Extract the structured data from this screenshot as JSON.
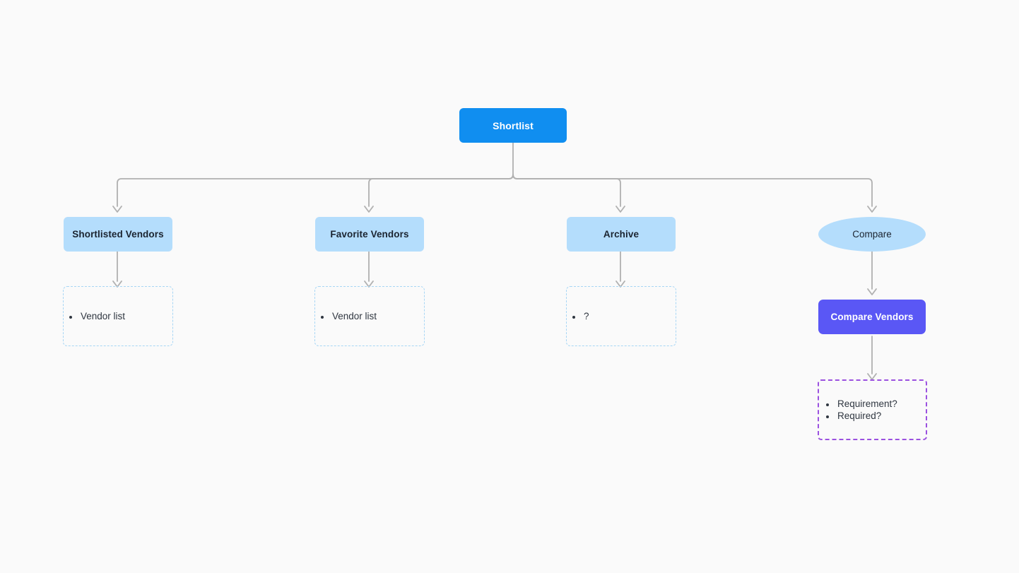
{
  "diagram": {
    "background_color": "#fafafa",
    "edge_color": "#b0b0b0",
    "root": {
      "label": "Shortlist",
      "color": "#108ef0"
    },
    "branches": [
      {
        "label": "Shortlisted Vendors",
        "shape": "rectangle",
        "color": "#b4ddfc",
        "note": {
          "border_color": "#a7d6f5",
          "items": [
            "Vendor list"
          ]
        }
      },
      {
        "label": "Favorite Vendors",
        "shape": "rectangle",
        "color": "#b4ddfc",
        "note": {
          "border_color": "#a7d6f5",
          "items": [
            "Vendor list"
          ]
        }
      },
      {
        "label": "Archive",
        "shape": "rectangle",
        "color": "#b4ddfc",
        "note": {
          "border_color": "#a7d6f5",
          "items": [
            "?"
          ]
        }
      },
      {
        "label": "Compare",
        "shape": "ellipse",
        "color": "#b4ddfc",
        "action": {
          "label": "Compare Vendors",
          "color": "#5a57f5"
        },
        "note": {
          "border_color": "#9b51e0",
          "items": [
            "Requirement?",
            "Required?"
          ]
        }
      }
    ]
  }
}
